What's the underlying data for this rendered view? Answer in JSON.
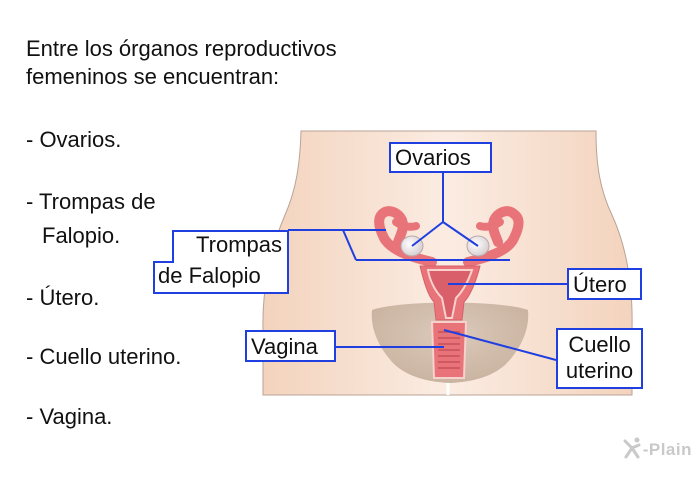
{
  "intro": {
    "line1": "Entre los órganos reproductivos",
    "line2": "femeninos se encuentran:"
  },
  "list": {
    "items": [
      {
        "line1": "- Ovarios."
      },
      {
        "line1": "- Trompas de",
        "line2": "Falopio."
      },
      {
        "line1": "- Útero."
      },
      {
        "line1": "- Cuello uterino."
      },
      {
        "line1": "- Vagina."
      }
    ]
  },
  "diagram": {
    "labels": {
      "ovaries": "Ovarios",
      "tubes_line1": "Trompas",
      "tubes_line2": "de Falopio",
      "uterus": "Útero",
      "vagina": "Vagina",
      "cervix_line1": "Cuello",
      "cervix_line2": "uterino"
    },
    "colors": {
      "label_border": "#1f3fe0",
      "leader_line": "#1f3fe0",
      "skin": "#f6dcc8",
      "organ": "#e8747a",
      "organ_light": "#f2a9a6",
      "ovary": "#e9e4e6",
      "hair": "#cdb9a8"
    }
  },
  "logo": {
    "text": "-Plain"
  }
}
